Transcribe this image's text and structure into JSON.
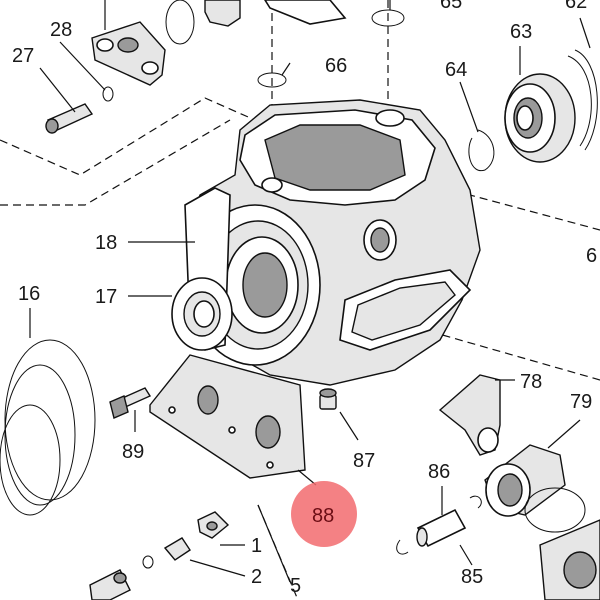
{
  "diagram": {
    "highlight_color": "#f26b6f",
    "labels": {
      "l28": "28",
      "l27": "27",
      "l66": "66",
      "l65": "65",
      "l63": "63",
      "l62": "62",
      "l64": "64",
      "l18": "18",
      "l6": "6",
      "l16": "16",
      "l17": "17",
      "l78": "78",
      "l79": "79",
      "l89": "89",
      "l87": "87",
      "l86": "86",
      "l88": "88",
      "l1": "1",
      "l2": "2",
      "l5": "5",
      "l85": "85"
    }
  }
}
